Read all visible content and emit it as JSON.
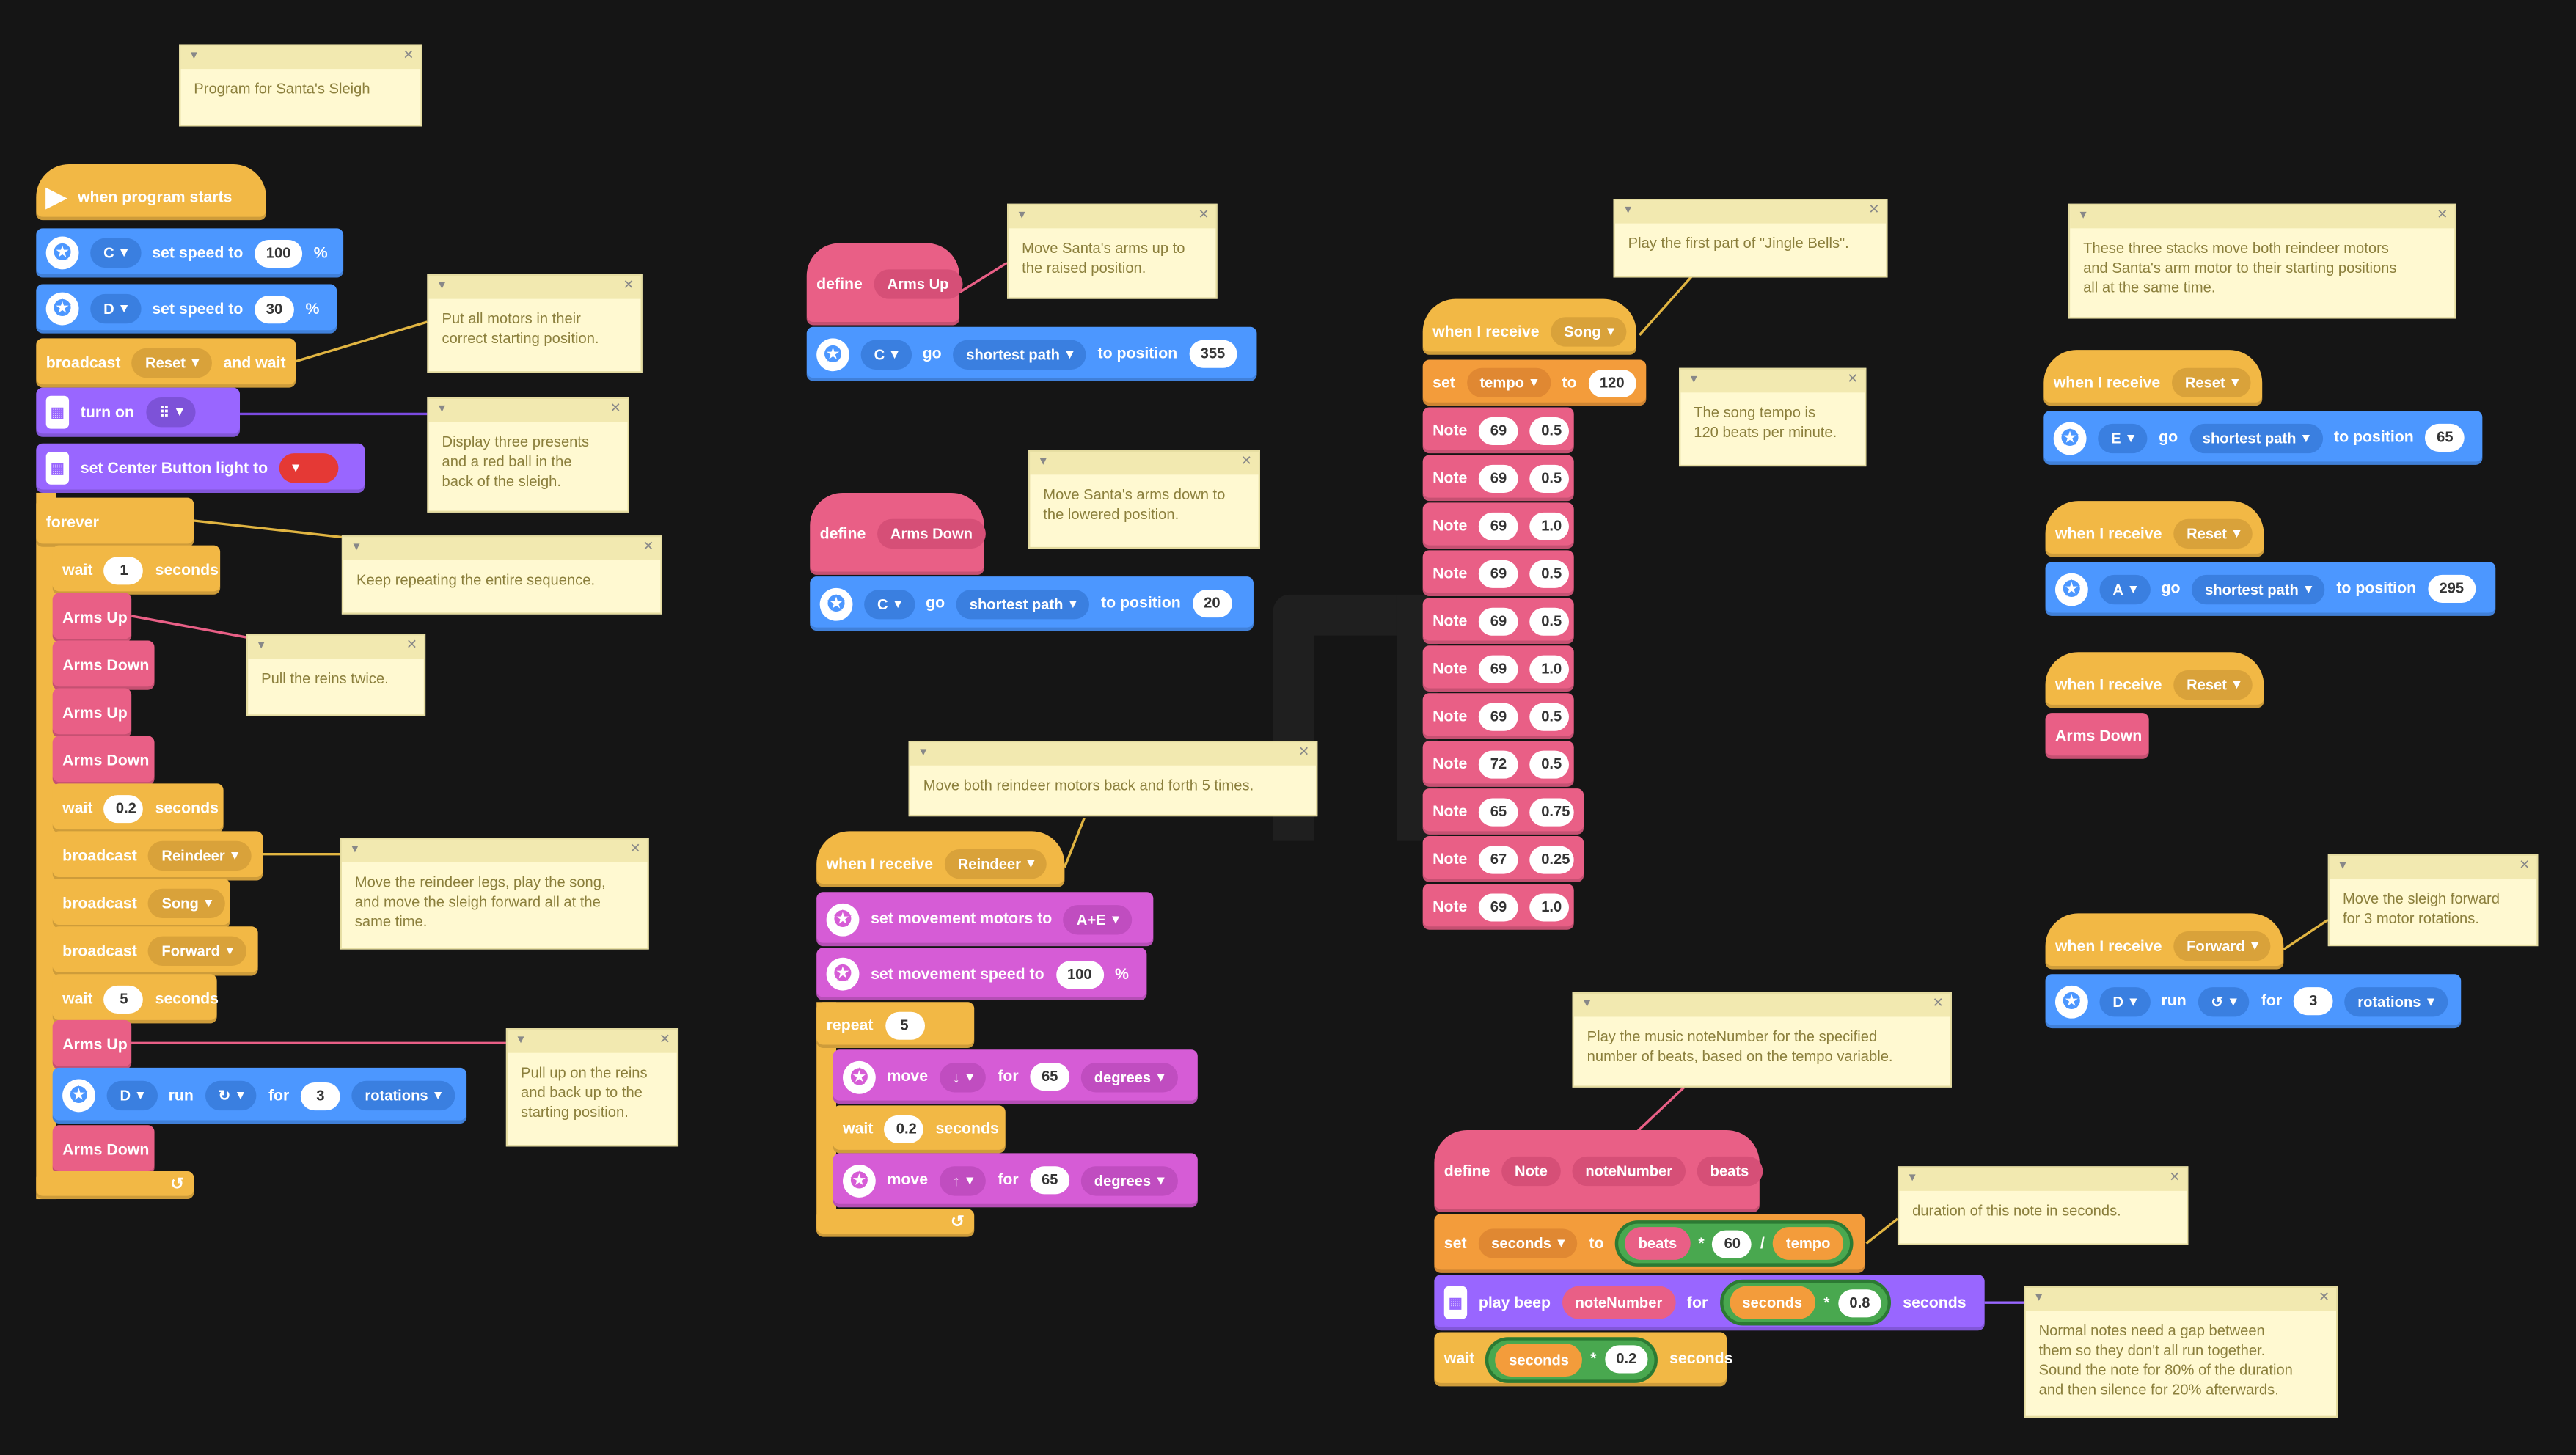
{
  "notes": {
    "title": "Program for Santa's Sleigh",
    "put_motors": "Put all motors in their\ncorrect starting position.",
    "display": "Display three presents\nand a red ball in the\nback of the sleigh.",
    "repeat": "Keep repeating the entire sequence.",
    "reins": "Pull the reins twice.",
    "reindeer": "Move the reindeer legs, play the song,\nand move the sleigh forward all at the\nsame time.",
    "pull_up": "Pull up on the reins\nand back up to the\nstarting position.",
    "arms_up": "Move Santa's arms up to\nthe raised position.",
    "arms_down": "Move Santa's arms down to\nthe lowered position.",
    "reindeer_motors": "Move both reindeer motors back and forth 5 times.",
    "jingle": "Play the first part of \"Jingle Bells\".",
    "tempo": "The song tempo is\n120 beats per minute.",
    "three_stacks": "These three stacks move both reindeer motors\nand Santa's arm motor to their starting positions\nall at the same time.",
    "forward": "Move the sleigh forward\nfor 3 motor rotations.",
    "play_note": "Play the music noteNumber for the specified\nnumber of beats, based on the tempo variable.",
    "duration": "duration of this note in seconds.",
    "gap": "Normal notes need a gap between\nthem so they don't all run together.\nSound the note for 80% of the duration\nand then silence for 20% afterwards."
  },
  "main": {
    "start": "when program starts",
    "m1": "C",
    "set_speed": "set speed to",
    "s1": "100",
    "pct": "%",
    "m2": "D",
    "s2": "30",
    "broadcast": "broadcast",
    "reset": "Reset",
    "and_wait": "and wait",
    "turn_on": "turn on",
    "center": "set Center Button light to",
    "forever": "forever",
    "wait": "wait",
    "w1": "1",
    "seconds": "seconds",
    "arms_up": "Arms Up",
    "arms_down": "Arms Down",
    "w2": "0.2",
    "reindeer": "Reindeer",
    "song": "Song",
    "forward": "Forward",
    "w3": "5",
    "run_motor": "D",
    "run": "run",
    "for": "for",
    "rot_n": "3",
    "rotations": "rotations"
  },
  "defs": {
    "define": "define",
    "arms_up": "Arms Up",
    "arms_down": "Arms Down",
    "motor": "C",
    "go": "go",
    "path": "shortest path",
    "to_pos": "to position",
    "pos_up": "355",
    "pos_down": "20"
  },
  "rein": {
    "when": "when I receive",
    "msg": "Reindeer",
    "set_motors": "set movement motors to",
    "motors": "A+E",
    "set_speed": "set movement speed to",
    "speed": "100",
    "pct": "%",
    "repeat": "repeat",
    "times": "5",
    "move": "move",
    "for": "for",
    "deg": "65",
    "degrees": "degrees",
    "wait": "wait",
    "w": "0.2",
    "seconds": "seconds"
  },
  "song": {
    "when": "when I receive",
    "msg": "Song",
    "set": "set",
    "var": "tempo",
    "to": "to",
    "tempo_val": "120",
    "note_label": "Note",
    "notes": [
      [
        "69",
        "0.5"
      ],
      [
        "69",
        "0.5"
      ],
      [
        "69",
        "1.0"
      ],
      [
        "69",
        "0.5"
      ],
      [
        "69",
        "0.5"
      ],
      [
        "69",
        "1.0"
      ],
      [
        "69",
        "0.5"
      ],
      [
        "72",
        "0.5"
      ],
      [
        "65",
        "0.75"
      ],
      [
        "67",
        "0.25"
      ],
      [
        "69",
        "1.0"
      ]
    ]
  },
  "note_def": {
    "define": "define",
    "note": "Note",
    "arg1": "noteNumber",
    "arg2": "beats",
    "set": "set",
    "var": "seconds",
    "to": "to",
    "beats": "beats",
    "times": "*",
    "sixty": "60",
    "div": "/",
    "tempo": "tempo",
    "play": "play beep",
    "note_num": "noteNumber",
    "for": "for",
    "secs": "seconds",
    "factor": "0.8",
    "seconds": "seconds",
    "wait": "wait",
    "factor2": "0.2"
  },
  "right": {
    "when": "when I receive",
    "reset": "Reset",
    "e": "E",
    "a": "A",
    "go": "go",
    "path": "shortest path",
    "to_pos": "to position",
    "pos_e": "65",
    "pos_a": "295",
    "arms_down": "Arms Down",
    "forward": "Forward",
    "d": "D",
    "run": "run",
    "for": "for",
    "three": "3",
    "rotations": "rotations"
  }
}
